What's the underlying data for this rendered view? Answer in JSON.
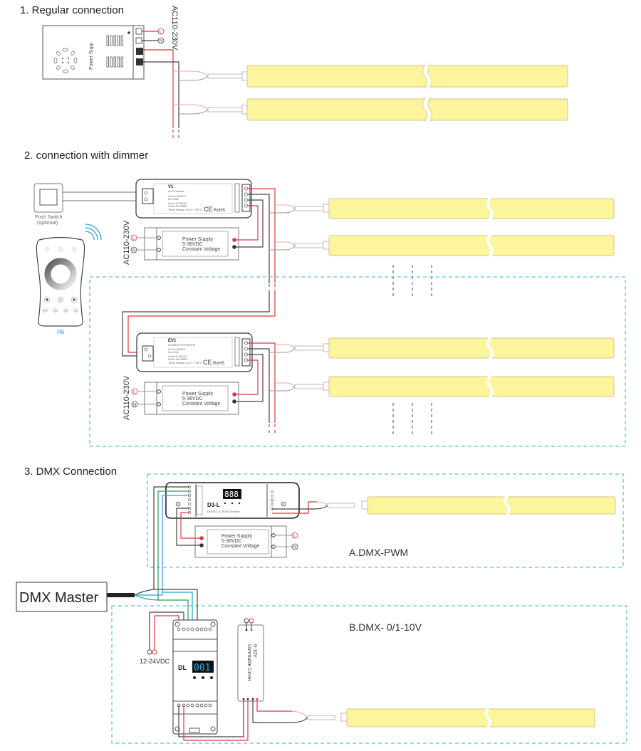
{
  "sections": {
    "regular": {
      "title": "1. Regular connection",
      "voltage": "AC110-230V",
      "psu_label": "Power Supp"
    },
    "dimmer": {
      "title": "2. connection with dimmer",
      "push_switch": "Push Switch",
      "push_switch_note": "(optional)",
      "remote_label": "R6",
      "voltage": "AC110-230V",
      "dimmer_model": "V1",
      "dimmer_name": "LED Dimmer",
      "repeater_model": "EV1",
      "repeater_name": "POWER REPEATER",
      "psu_line1": "Power Supply",
      "psu_line2": "5-36VDC",
      "psu_line3": "Constant Voltage",
      "ce_label": "CE",
      "rohs_label": "RoHS",
      "spec_lines": [
        "Uin=5-36VDC",
        "Iin=8.5A",
        "Uout=5-36VDC",
        "Iout=8A",
        "Pout=40-288W",
        "Temp Range:-30°C~+55°C"
      ]
    },
    "dmx": {
      "title": "3. DMX Connection",
      "master_label": "DMX Master",
      "decoder_model": "D3-L",
      "decoder_name": "DMX512 & RDM Decoder",
      "decoder_display": "888",
      "group_a_label": "A.DMX-PWM",
      "group_b_label": "B.DMX- 0/1-10V",
      "dl_model": "DL",
      "dl_display": "001",
      "supply_label": "12-24VDC",
      "driver_line1": "0-10V",
      "driver_line2": "Dimmable Driver",
      "psu_line1": "Power Supply",
      "psu_line2": "5-36VDC",
      "psu_line3": "Constant Voltage"
    }
  },
  "terminal_labels": {
    "live": "L",
    "neutral": "N"
  },
  "remote_buttons": [
    "100%",
    "75%",
    "50%",
    "25%"
  ],
  "colors": {
    "wire_red": "#e8323a",
    "wire_black": "#444444",
    "wire_green": "#1ea44a",
    "wire_blue": "#1fa3e6",
    "strip_fill": "#fdf59b",
    "group_border": "#57c1ea"
  }
}
